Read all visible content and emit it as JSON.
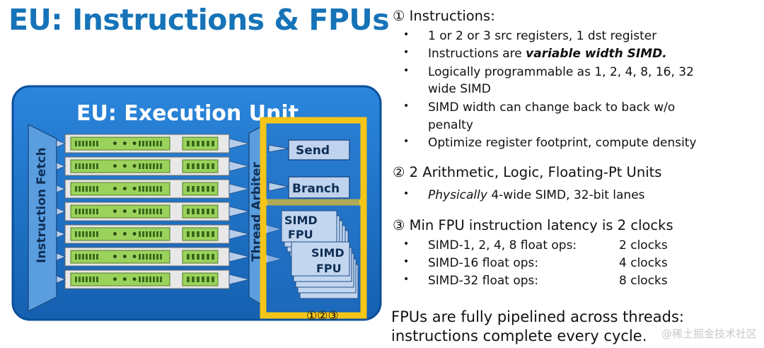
{
  "title": "EU: Instructions & FPUs",
  "diagram": {
    "eu_title": "EU: Execution Unit",
    "instruction_fetch": "Instruction Fetch",
    "thread_arbiter": "Thread Arbiter",
    "send": "Send",
    "branch": "Branch",
    "simd_fpu_1": [
      "SIMD",
      "FPU"
    ],
    "simd_fpu_2": [
      "SIMD",
      "FPU"
    ],
    "dots": "• • •",
    "markers": "①②③",
    "colors": {
      "blue": "#1d6fc4",
      "outer": "#0b4f9a",
      "yellow": "#f5c518",
      "green": "#9bd25c",
      "lane": "#3d8bd8"
    }
  },
  "section1": {
    "heading": "① Instructions:",
    "bullets": [
      "1 or 2 or 3 src registers, 1 dst register",
      {
        "pre": "Instructions are ",
        "bold": "variable width SIMD."
      },
      "Logically programmable as 1, 2, 4, 8, 16, 32",
      "wide SIMD",
      "SIMD width can change back to back w/o",
      "penalty",
      "Optimize register footprint, compute density"
    ]
  },
  "section2": {
    "heading": "② 2 Arithmetic, Logic, Floating-Pt Units",
    "bullet": {
      "italic": "Physically",
      "rest": " 4-wide SIMD, 32-bit lanes"
    }
  },
  "section3": {
    "heading": "③ Min FPU instruction latency is 2 clocks",
    "rows": [
      {
        "label": "SIMD-1, 2, 4, 8 float ops:",
        "value": "2 clocks"
      },
      {
        "label": "SIMD-16 float ops:",
        "value": "4 clocks"
      },
      {
        "label": "SIMD-32 float ops:",
        "value": "8 clocks"
      }
    ]
  },
  "footer": {
    "line1": "FPUs are fully pipelined across threads:",
    "line2": "instructions complete every cycle."
  },
  "watermark": "@稀土掘金技术社区"
}
